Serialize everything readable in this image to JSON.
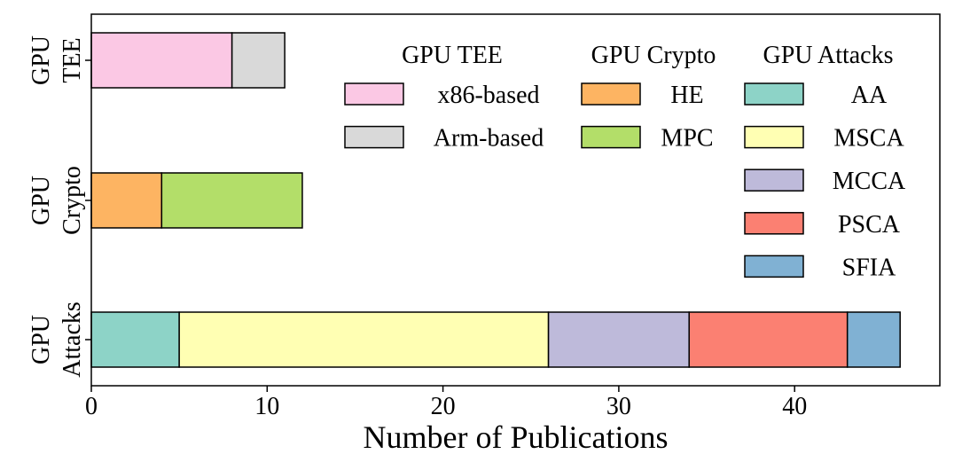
{
  "chart_data": {
    "type": "bar",
    "orientation": "horizontal",
    "stacked": true,
    "xlabel": "Number of Publications",
    "ylabel": "",
    "xlim": [
      0,
      48
    ],
    "xticks": [
      0,
      10,
      20,
      30,
      40
    ],
    "grid": false,
    "legend_position": "top-right",
    "groups": [
      {
        "key": "tee",
        "label": [
          "GPU",
          "TEE"
        ],
        "legend_title": "GPU TEE",
        "segments": [
          {
            "name": "x86-based",
            "value": 8,
            "color": "#fbc8e4"
          },
          {
            "name": "Arm-based",
            "value": 3,
            "color": "#d9d9d9"
          }
        ]
      },
      {
        "key": "crypto",
        "label": [
          "GPU",
          "Crypto"
        ],
        "legend_title": "GPU Crypto",
        "segments": [
          {
            "name": "HE",
            "value": 4,
            "color": "#fdb462"
          },
          {
            "name": "MPC",
            "value": 8,
            "color": "#b3de69"
          }
        ]
      },
      {
        "key": "attacks",
        "label": [
          "GPU",
          "Attacks"
        ],
        "legend_title": "GPU Attacks",
        "segments": [
          {
            "name": "AA",
            "value": 5,
            "color": "#8dd3c7"
          },
          {
            "name": "MSCA",
            "value": 21,
            "color": "#ffffb3"
          },
          {
            "name": "MCCA",
            "value": 8,
            "color": "#bebada"
          },
          {
            "name": "PSCA",
            "value": 9,
            "color": "#fb8072"
          },
          {
            "name": "SFIA",
            "value": 3,
            "color": "#80b1d3"
          }
        ]
      }
    ]
  }
}
